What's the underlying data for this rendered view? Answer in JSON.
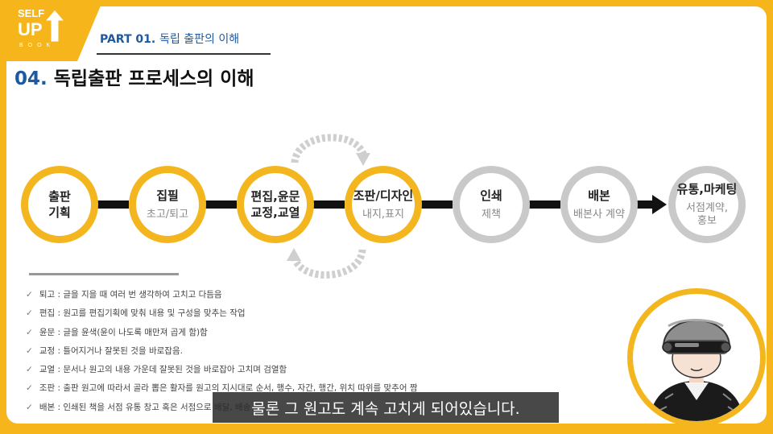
{
  "brand": {
    "self": "SELF",
    "up": "UP",
    "book": "BOOK",
    "accent": "#f6b51b"
  },
  "header": {
    "part_label": "PART 01.",
    "part_title": "독립 출판의 이해",
    "title_number": "04.",
    "title_text": "독립출판 프로세스의 이해"
  },
  "process": [
    {
      "title": "출판\n기획",
      "sub": "",
      "color": "#f3b61f"
    },
    {
      "title": "집필",
      "sub": "초고/퇴고",
      "color": "#f3b61f"
    },
    {
      "title": "편집,윤문\n교정,교열",
      "sub": "",
      "color": "#f3b61f"
    },
    {
      "title": "조판/디자인",
      "sub": "내지,표지",
      "color": "#f3b61f"
    },
    {
      "title": "인쇄",
      "sub": "제책",
      "color": "#c9c9c9"
    },
    {
      "title": "배본",
      "sub": "배본사 계약",
      "color": "#c9c9c9"
    },
    {
      "title": "유통,마케팅",
      "sub": "서점계약,\n홍보",
      "color": "#c9c9c9"
    }
  ],
  "notes": [
    "퇴고 : 글을 지을 때 여러 번 생각하여 고치고 다듬음",
    "편집 : 원고를 편집기획에 맞춰 내용 및 구성을 맞추는 작업",
    "윤문 : 글을 윤색(윤이 나도록 매만져 곱게 함)함",
    "교정 : 틀어지거나 잘못된 것을 바로잡음.",
    "교열 : 문서나 원고의 내용 가운데 잘못된 것을 바로잡아 고치며 검열함",
    "조판 : 출판 원고에 따라서 골라 뽑은 활자를 원고의 지시대로 순서, 행수, 자간, 행간, 위치 따위를 맞추어 짬",
    "배본 : 인쇄된 책을 서점 유통 창고 혹은 서점으로 배달, 배송"
  ],
  "caption": "물론 그 원고도 계속 고치게 되어있습니다."
}
